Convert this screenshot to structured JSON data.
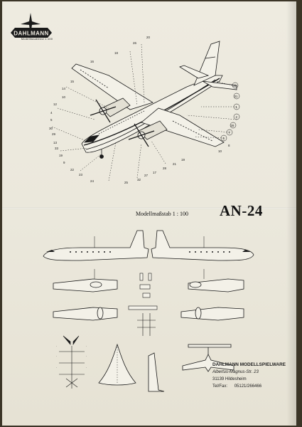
{
  "header": {
    "brand_logo_text": "DAHLMANN",
    "brand_subtitle": "Modellbaudienst 1:100"
  },
  "title": {
    "model": "AN-24",
    "scale_label": "Modellmaßstab 1 : 100"
  },
  "maker": {
    "company": "DAHLMANN MODELLSPIELWARE",
    "street": "Albertus-Magnus-Str. 23",
    "city": "31139 Hildesheim",
    "phone_label": "Tel/Fax:",
    "phone": "05121/266466"
  },
  "part_labels": {
    "top_ring": [
      "20",
      "26",
      "18",
      "16",
      "15",
      "14",
      "10",
      "12",
      "4",
      "5",
      "30",
      "29",
      "13",
      "33",
      "19",
      "9",
      "22",
      "23",
      "24",
      "25",
      "32",
      "27",
      "28",
      "21",
      "17"
    ],
    "top_right": [
      "35",
      "31",
      "1",
      "2",
      "28",
      "7",
      "6",
      "8",
      "10",
      "19"
    ]
  },
  "colors": {
    "paper": "#ece9de",
    "ink": "#1a1a1a",
    "background": "#3b3527"
  }
}
